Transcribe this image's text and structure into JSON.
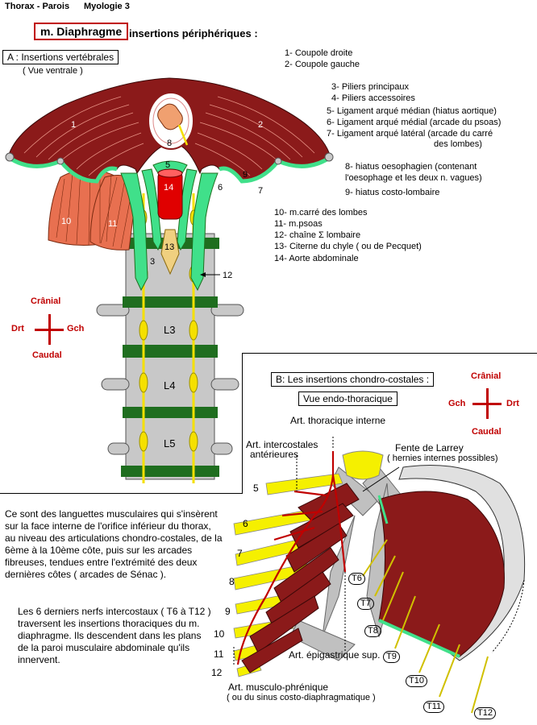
{
  "header": {
    "left": "Thorax - Parois",
    "right": "Myologie  3"
  },
  "title": {
    "muscle": "m. Diaphragme",
    "subtitle": "insertions périphériques :"
  },
  "sectionA": {
    "label": "A : Insertions vertébrales",
    "view": "( Vue ventrale )"
  },
  "sectionB": {
    "label": "B: Les insertions chondro-costales :",
    "view": "Vue endo-thoracique"
  },
  "legendA": [
    "1- Coupole droite",
    "2- Coupole gauche",
    "3- Piliers principaux",
    "4- Piliers accessoires",
    "5- Ligament arqué médian  (hiatus aortique)",
    "6- Ligament arqué médial   (arcade du psoas)",
    "7- Ligament arqué latéral   (arcade du carré",
    "des lombes)",
    "8- hiatus oesophagien (contenant",
    "l'oesophage et les deux n. vagues)",
    "9- hiatus costo-lombaire",
    "10- m.carré des lombes",
    "11- m.psoas",
    "12- chaîne Σ lombaire",
    "13- Citerne du chyle ( ou de Pecquet)",
    "14- Aorte abdominale"
  ],
  "orientA": {
    "top": "Crânial",
    "bottom": "Caudal",
    "left": "Drt",
    "right": "Gch"
  },
  "orientB": {
    "top": "Crânial",
    "bottom": "Caudal",
    "left": "Gch",
    "right": "Drt"
  },
  "figA_numbers": {
    "n1": "1",
    "n2": "2",
    "n3": "3",
    "n5": "5",
    "n6": "6",
    "n7": "7",
    "n8": "8",
    "n9": "9",
    "n10": "10",
    "n11": "11",
    "n12": "12",
    "n13": "13",
    "n14": "14",
    "L3": "L3",
    "L4": "L4",
    "L5": "L5"
  },
  "figB": {
    "art_thoracique": "Art. thoracique interne",
    "art_intercostales_1": "Art. intercostales",
    "art_intercostales_2": "antérieures",
    "fente_1": "Fente de Larrey",
    "fente_2": "( hernies internes possibles)",
    "art_epigastrique": "Art. épigastrique sup.",
    "art_musculo_1": "Art. musculo-phrénique",
    "art_musculo_2": "( ou du sinus costo-diaphragmatique )",
    "ribs": [
      "5",
      "6",
      "7",
      "8",
      "9",
      "10",
      "11",
      "12"
    ],
    "nerves": [
      "T6",
      "T7",
      "T8",
      "T9",
      "T10",
      "T11",
      "T12"
    ]
  },
  "text1": "Ce sont des languettes musculaires qui s'insèrent sur la face interne de l'orifice inférieur du thorax, au niveau des articulations chondro-costales, de la 6ème à la 10ème côte, puis sur les arcades fibreuses, tendues entre l'extrémité des deux dernières côtes ( arcades de Sénac ).",
  "text2": "Les 6 derniers nerfs intercostaux ( T6 à T12 ) traversent les insertions thoraciques du m. diaphragme. Ils descendent dans les plans de la paroi musculaire abdominale qu'ils innervent.",
  "colors": {
    "muscle": "#8b1a1a",
    "tendon": "#40e08a",
    "bone": "#c0c0c0",
    "band": "#1f6e1f",
    "nerve": "#f5e000",
    "title_border": "#c00000"
  }
}
